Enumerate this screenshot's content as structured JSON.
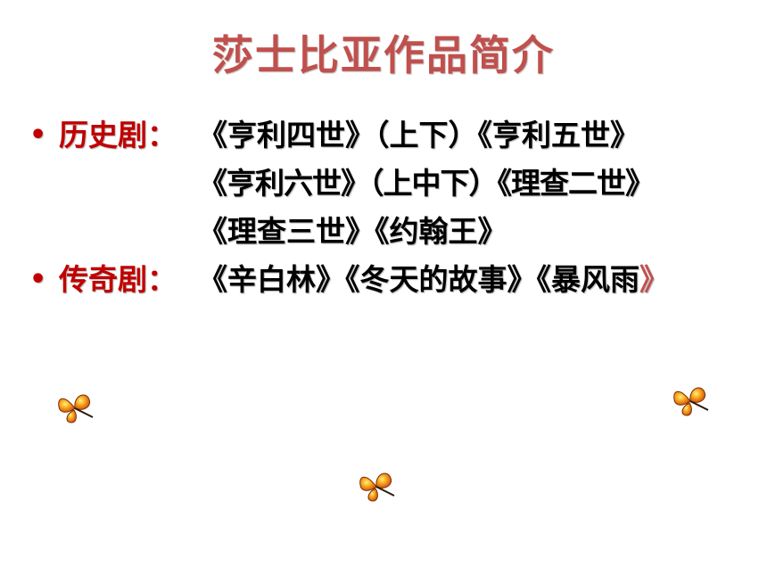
{
  "title": "莎士比亚作品简介",
  "bullet_symbol": "•",
  "history": {
    "label": "历史剧：",
    "lines": [
      "《亨利四世》（上下）《亨利五世》",
      "《亨利六世》（上中下）《理查二世》",
      "《理查三世》《约翰王》"
    ]
  },
  "romance": {
    "label": "传奇剧：",
    "works": "《辛白林》《冬天的故事》《暴风雨",
    "closing_mark": "》"
  },
  "colors": {
    "title": "#c0504d",
    "label": "#c00000",
    "text": "#000000",
    "butterfly": "#f28a1a"
  },
  "decorations": [
    "butterfly-icon",
    "butterfly-icon",
    "butterfly-icon"
  ]
}
